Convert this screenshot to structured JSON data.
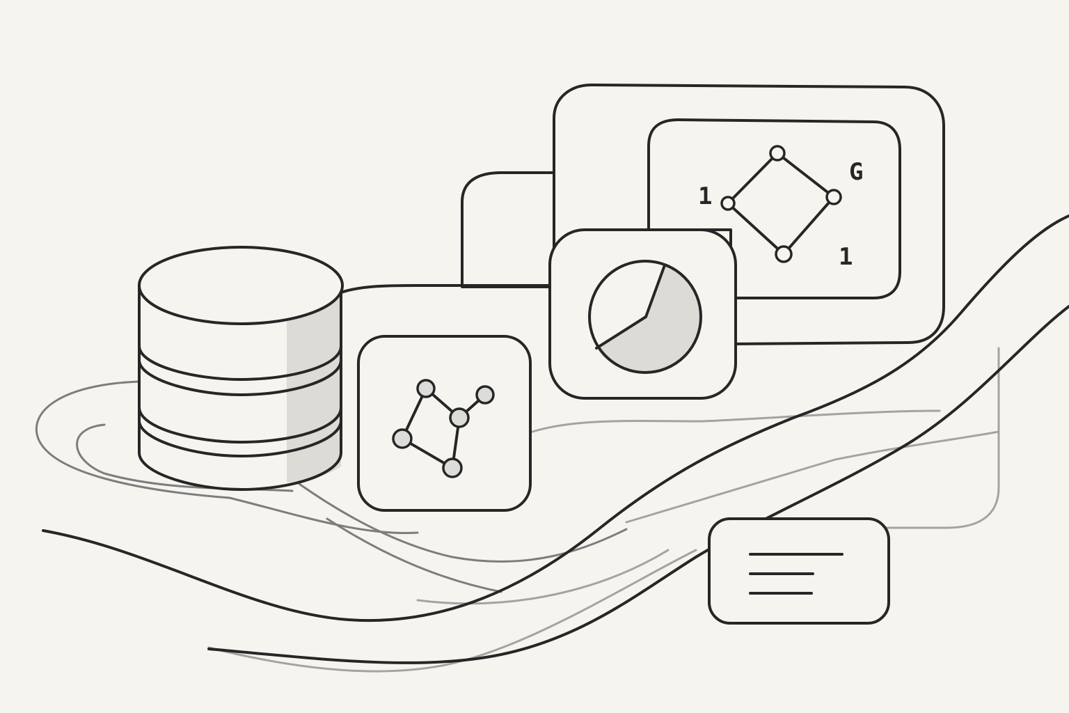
{
  "illustration": {
    "graph_labels": {
      "left": "1",
      "top_right": "G",
      "bottom_right": "1"
    },
    "icons": [
      "database-icon",
      "network-graph-icon",
      "pie-chart-icon",
      "graph-diagram-icon",
      "text-note-icon"
    ],
    "colors": {
      "background": "#f6f4ef",
      "ink": "#262626",
      "shade": "#dcdbd6"
    }
  }
}
